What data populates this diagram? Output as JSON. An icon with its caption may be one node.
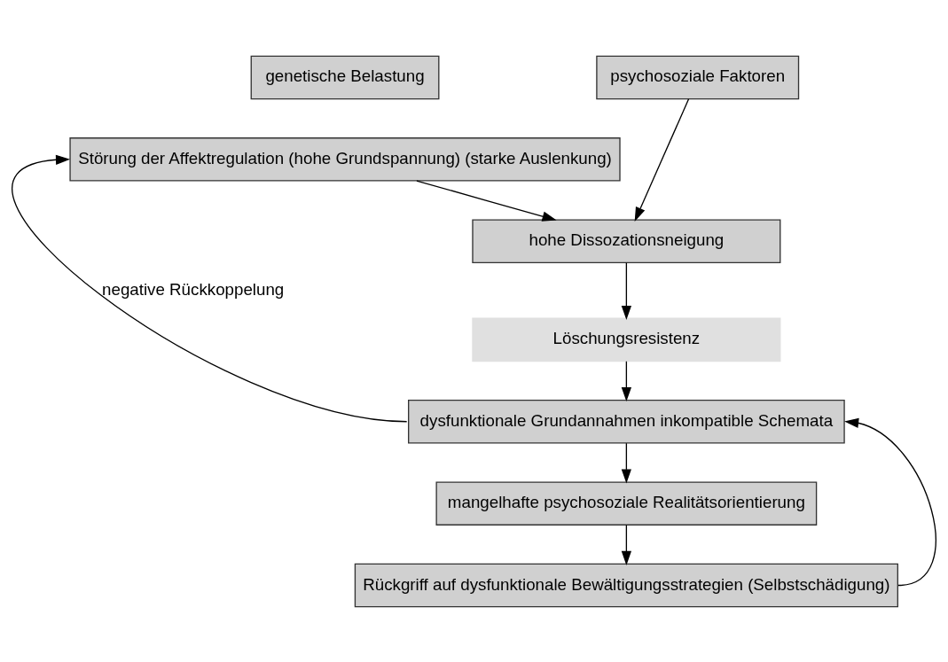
{
  "diagram": {
    "nodes": [
      {
        "text": [
          "genetische Belastung"
        ]
      },
      {
        "text": [
          "psychosoziale Faktoren"
        ]
      },
      {
        "text": [
          "Störung der Affektregulation (hohe Grundspannung) (starke Auslenkung)"
        ]
      },
      {
        "text": [
          "hohe Dissozationsneigung"
        ]
      },
      {
        "text": [
          "Löschungsresistenz"
        ]
      },
      {
        "text": [
          "dysfunktionale Grundannahmen inkompatible Schemata"
        ]
      },
      {
        "text": [
          "mangelhafte psychosoziale Realitätsorientierung"
        ]
      },
      {
        "text": [
          "Rückgriff auf dysfunktionale Bewältigungsstrategien (Selbstschädigung)"
        ]
      }
    ],
    "edges": [
      {
        "from": 1,
        "to": 3,
        "arrow": "to"
      },
      {
        "from": 2,
        "to": 3,
        "arrow": "to"
      },
      {
        "from": 3,
        "to": 4,
        "arrow": "to"
      },
      {
        "from": 4,
        "to": 5,
        "arrow": "to"
      },
      {
        "from": 5,
        "to": 2,
        "arrow": "to",
        "label": "negative Rückkoppelung"
      },
      {
        "from": 5,
        "to": 6,
        "arrow": "to"
      },
      {
        "from": 6,
        "to": 7,
        "arrow": "to"
      },
      {
        "from": 7,
        "to": 5,
        "arrow": "to"
      }
    ]
  }
}
